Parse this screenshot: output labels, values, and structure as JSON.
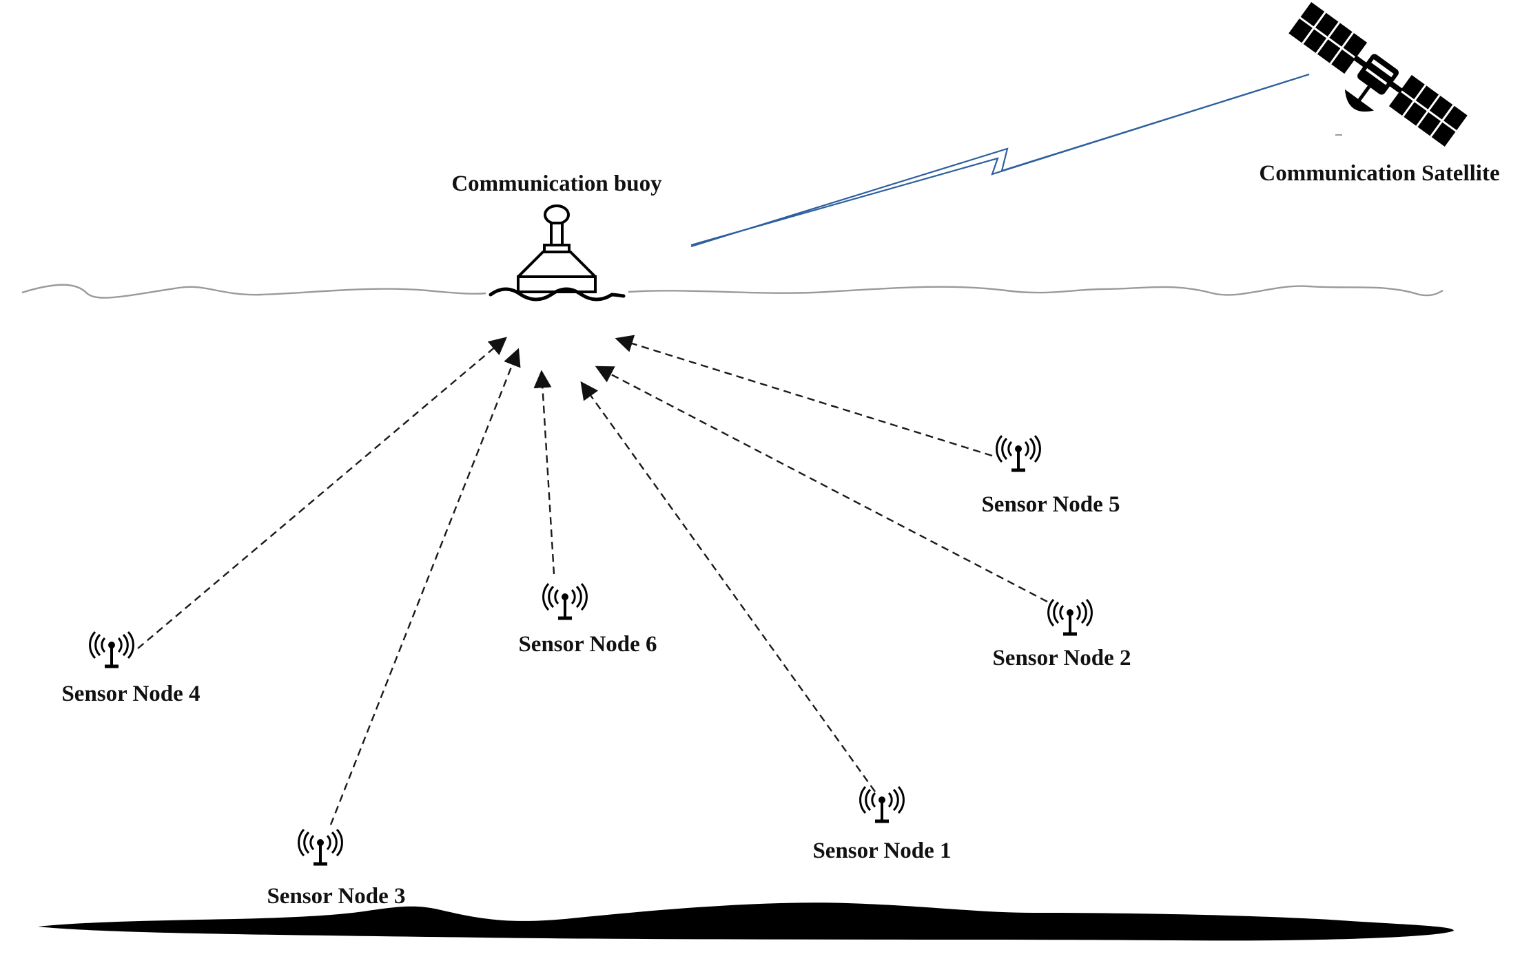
{
  "buoy": {
    "label": "Communication buoy",
    "icon": "buoy-icon"
  },
  "satellite": {
    "label": "Communication Satellite",
    "icon": "satellite-icon",
    "link_color": "#2e5f9e"
  },
  "sensor_nodes": [
    {
      "id": "node-1",
      "label": "Sensor Node 1",
      "icon": "antenna-icon"
    },
    {
      "id": "node-2",
      "label": "Sensor Node 2",
      "icon": "antenna-icon"
    },
    {
      "id": "node-3",
      "label": "Sensor Node 3",
      "icon": "antenna-icon"
    },
    {
      "id": "node-4",
      "label": "Sensor Node 4",
      "icon": "antenna-icon"
    },
    {
      "id": "node-5",
      "label": "Sensor Node 5",
      "icon": "antenna-icon"
    },
    {
      "id": "node-6",
      "label": "Sensor Node 6",
      "icon": "antenna-icon"
    }
  ],
  "colors": {
    "sea_surface": "#9a9a9a",
    "seabed": "#000000",
    "acoustic_link": "#1a1a1a"
  }
}
